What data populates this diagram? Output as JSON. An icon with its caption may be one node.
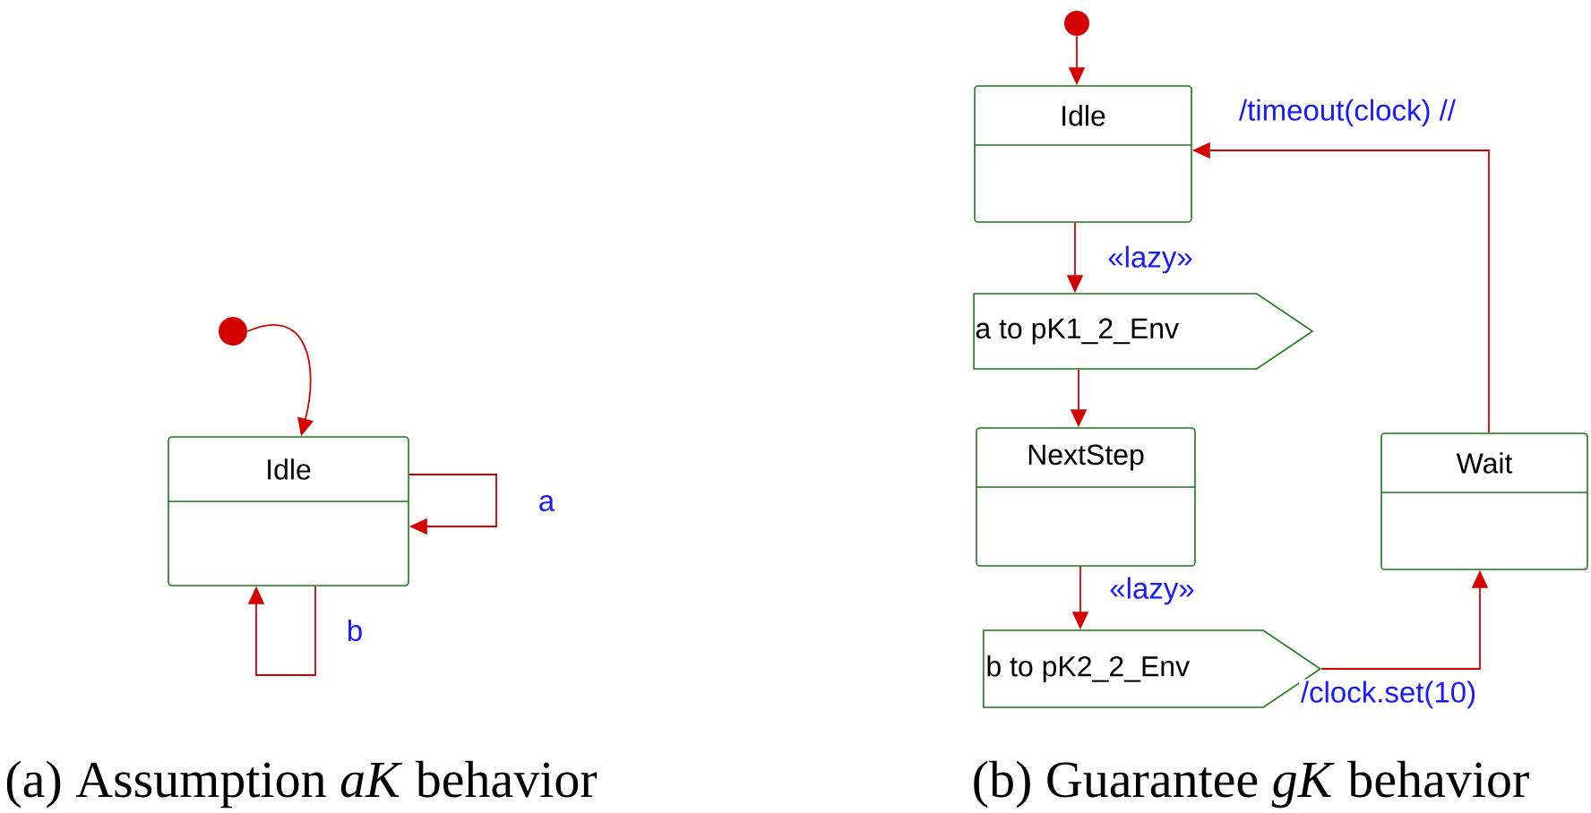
{
  "diagram": {
    "nodes": [
      {
        "text": [],
        "shape": "circle"
      },
      {
        "text": [
          "Idle"
        ]
      },
      {
        "text": [],
        "shape": "circle"
      },
      {
        "text": [
          "Idle"
        ]
      },
      {
        "text": [
          "a to pK1_2_Env"
        ]
      },
      {
        "text": [
          "NextStep"
        ]
      },
      {
        "text": [
          "b to pK2_2_Env"
        ]
      },
      {
        "text": [
          "Wait"
        ]
      }
    ],
    "edges": [
      {
        "from": 0,
        "to": 1,
        "arrow": "to"
      },
      {
        "from": 1,
        "to": 1,
        "arrow": "to",
        "label": "a"
      },
      {
        "from": 1,
        "to": 1,
        "arrow": "to",
        "label": "b"
      },
      {
        "from": 2,
        "to": 3,
        "arrow": "to"
      },
      {
        "from": 3,
        "to": 4,
        "arrow": "to",
        "label": "«lazy»"
      },
      {
        "from": 4,
        "to": 5,
        "arrow": "to"
      },
      {
        "from": 5,
        "to": 6,
        "arrow": "to",
        "label": "«lazy»"
      },
      {
        "from": 6,
        "to": 7,
        "arrow": "to",
        "label": "/clock.set(10)"
      },
      {
        "from": 7,
        "to": 3,
        "arrow": "to",
        "label": "/timeout(clock) //"
      }
    ],
    "labels": [
      "(a) Assumption *aK* behavior",
      "(b) Guarantee *gK* behavior"
    ]
  }
}
